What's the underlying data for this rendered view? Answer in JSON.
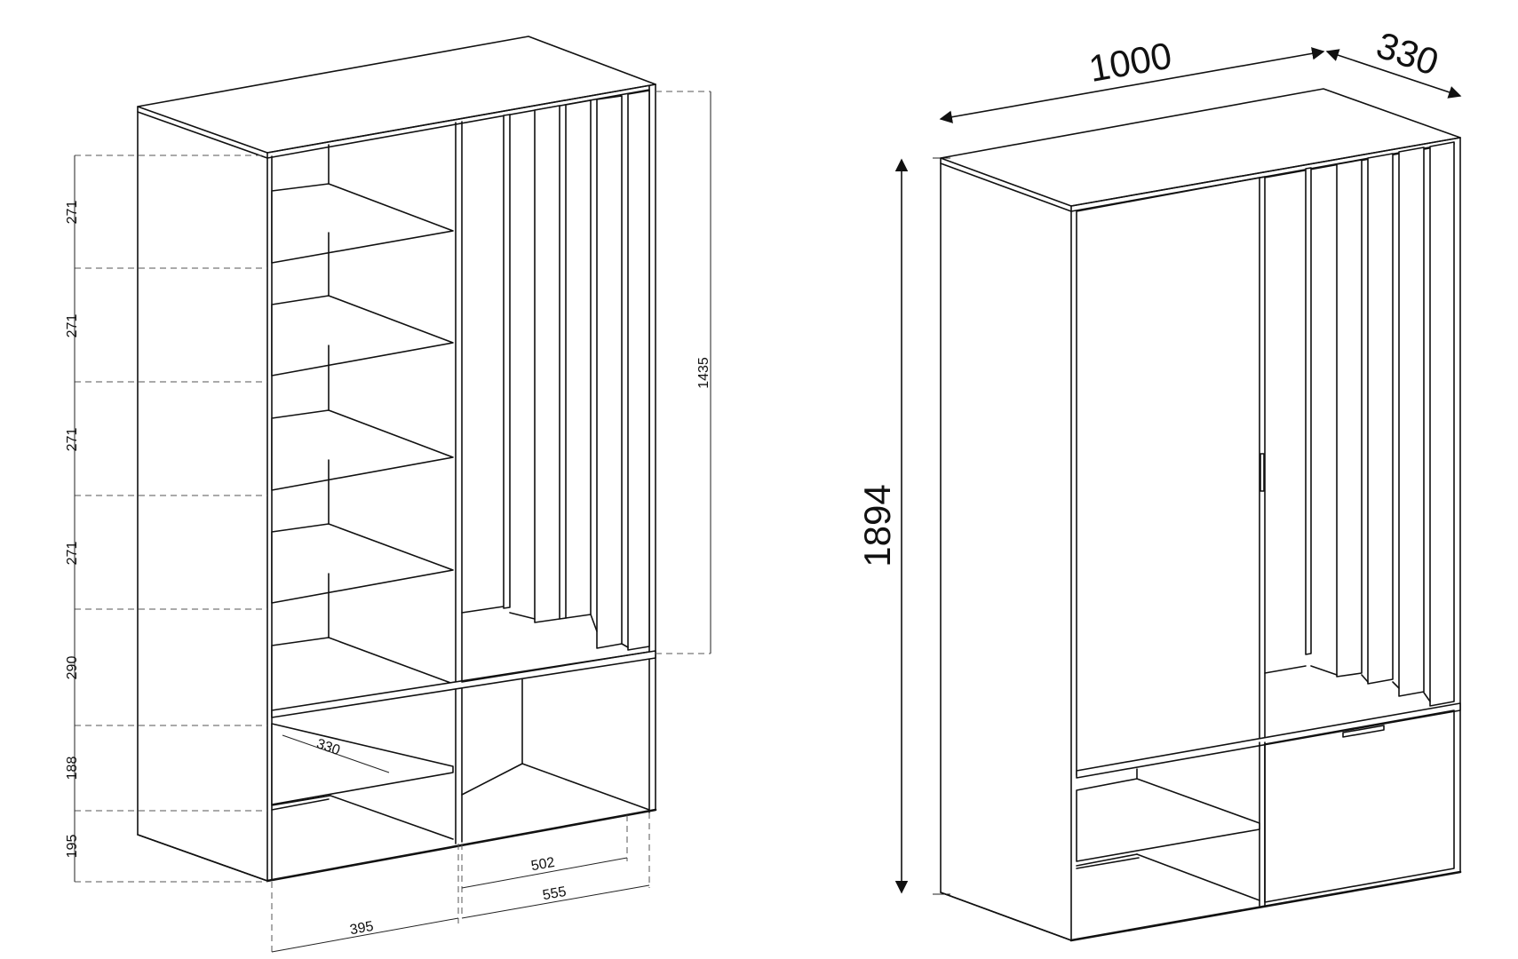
{
  "left_view": {
    "height_dims": [
      "271",
      "271",
      "271",
      "271",
      "290",
      "188",
      "195"
    ],
    "upper_height": "1435",
    "shelf_depth": "330",
    "inner_width_right": "502",
    "width_right": "555",
    "width_left": "395"
  },
  "right_view": {
    "total_width": "1000",
    "total_depth": "330",
    "total_height": "1894"
  },
  "colors": {
    "line": "#111111",
    "dash": "#555555",
    "background": "#ffffff"
  }
}
